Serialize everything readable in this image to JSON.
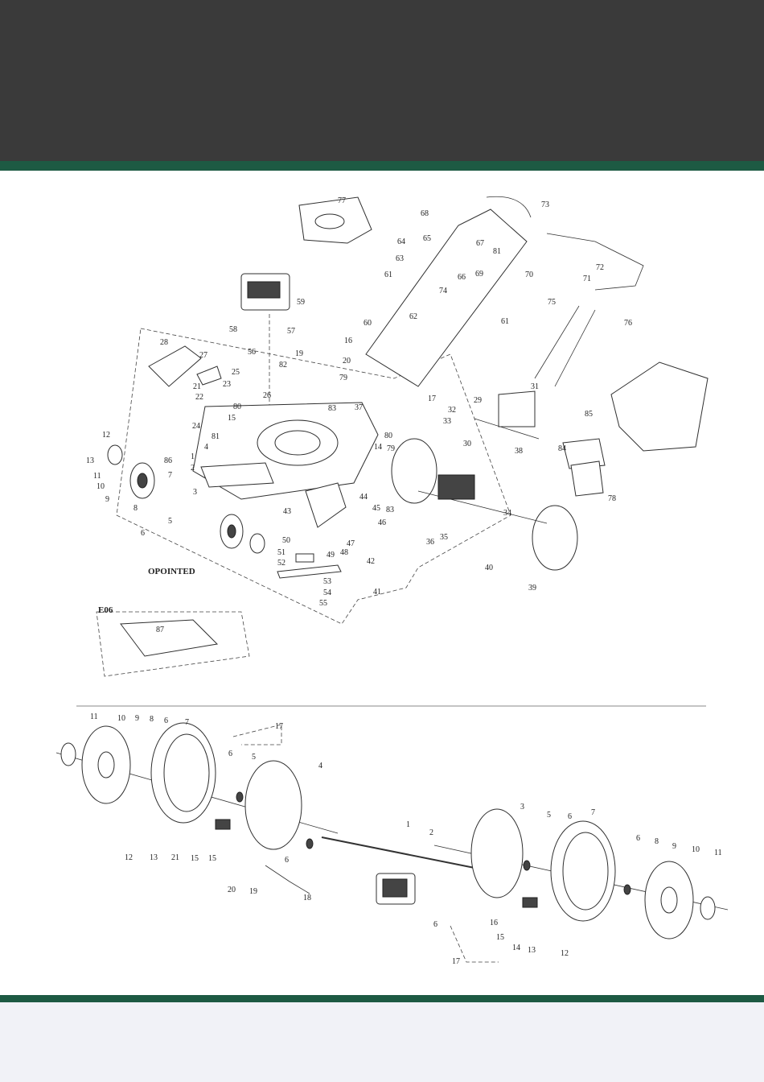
{
  "header": {
    "color": "#3a3a3a",
    "accent": "#1d5a43"
  },
  "footer": {
    "color": "#f1f2f7"
  },
  "diagram_top": {
    "option_label": "OPOINTED",
    "option_code": "E06",
    "labels": [
      "1",
      "2",
      "3",
      "4",
      "5",
      "6",
      "7",
      "8",
      "9",
      "10",
      "11",
      "12",
      "13",
      "14",
      "15",
      "16",
      "17",
      "19",
      "20",
      "21",
      "22",
      "23",
      "24",
      "25",
      "26",
      "27",
      "28",
      "29",
      "30",
      "31",
      "32",
      "33",
      "34",
      "35",
      "36",
      "37",
      "38",
      "39",
      "40",
      "41",
      "42",
      "43",
      "44",
      "45",
      "46",
      "47",
      "48",
      "49",
      "50",
      "51",
      "52",
      "53",
      "54",
      "55",
      "56",
      "57",
      "58",
      "59",
      "60",
      "61",
      "62",
      "63",
      "64",
      "65",
      "66",
      "67",
      "68",
      "69",
      "70",
      "71",
      "72",
      "73",
      "74",
      "75",
      "76",
      "77",
      "78",
      "79",
      "80",
      "81",
      "82",
      "83",
      "84",
      "85",
      "86",
      "87"
    ]
  },
  "diagram_bottom": {
    "labels": [
      "1",
      "2",
      "3",
      "4",
      "5",
      "6",
      "7",
      "8",
      "9",
      "10",
      "11",
      "12",
      "13",
      "14",
      "15",
      "16",
      "17",
      "18",
      "19",
      "20",
      "21"
    ]
  }
}
